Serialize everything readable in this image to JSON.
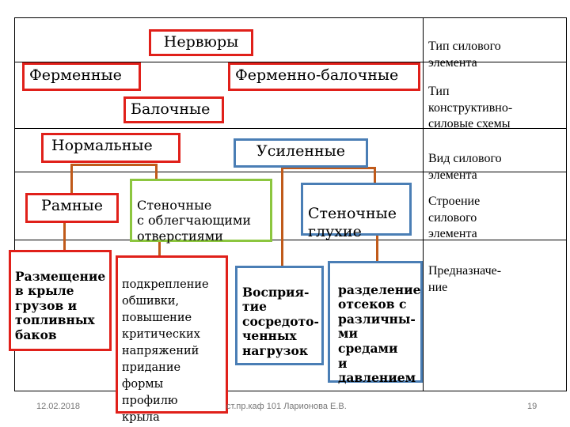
{
  "boxes": {
    "nervury": "Нервюры",
    "fermennye": "Ферменные",
    "ferm_balochnye": "Ферменно-балочные",
    "balochnye": "Балочные",
    "normalnye": "Нормальные",
    "usilennye": "Усиленные",
    "ramnye": "Рамные",
    "stenochnye_obl": "Стеночные\n с облегчающими\nотверстиями",
    "stenochnye_gl": "Стеночные\nглухие",
    "razmeshchenie": "Размещение\nв крыле\nгрузов и\nтопливных\nбаков",
    "podkreplenie": "подкрепление\nобшивки,\nповышение\nкритических\nнапряжений\nпридание\nформы\nпрофилю\nкрыла",
    "vospriyatie": "Восприя-\nтие\nсосредото-\nченных\nнагрузок",
    "razdelenie": "разделение\nотсеков с\nразличны-\nми средами\nи\nдавлением"
  },
  "side_labels": {
    "row1": "Тип силового\nэлемента",
    "row2": "Тип\nконструктивно-\nсиловые схемы",
    "row3": "Вид силового\nэлемента",
    "row4": "Строение\nсилового\nэлемента",
    "row5": "Предназначе-\nние"
  },
  "footer": {
    "date": "12.02.2018",
    "author": "ст.пр.каф 101 Ларионова Е.В.",
    "page": "19"
  }
}
